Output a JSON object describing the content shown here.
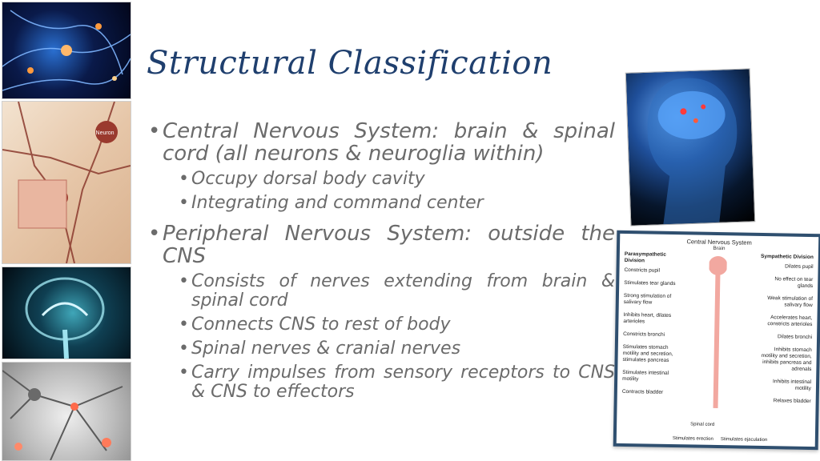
{
  "slide": {
    "title": "Structural Classification",
    "bullets": [
      {
        "text": "Central Nervous System: brain & spinal cord (all neurons & neuroglia within)",
        "subs": [
          "Occupy dorsal body cavity",
          "Integrating and command center"
        ]
      },
      {
        "text": "Peripheral Nervous System: outside the CNS",
        "subs": [
          "Consists of nerves extending from brain & spinal cord",
          "Connects CNS to rest of body",
          "Spinal nerves & cranial nerves",
          "Carry impulses from sensory receptors to CNS & CNS to effectors"
        ]
      }
    ]
  },
  "thumbs": {
    "neuron_label": "Neuron"
  },
  "diagram": {
    "title": "Central Nervous System",
    "brain_label": "Brain",
    "left_heading": "Parasympathetic Division",
    "right_heading": "Sympathetic Division",
    "left_items": [
      "Constricts pupil",
      "Stimulates tear glands",
      "Strong stimulation of salivary flow",
      "Inhibits heart, dilates arterioles",
      "Constricts bronchi",
      "Stimulates stomach motility and secretion, stimulates pancreas",
      "Stimulates intestinal motility",
      "Contracts bladder"
    ],
    "right_items": [
      "Dilates pupil",
      "No effect on tear glands",
      "Weak stimulation of salivary flow",
      "Accelerates heart, constricts arterioles",
      "Dilates bronchi",
      "Inhibits stomach motility and secretion, inhibits pancreas and adrenals",
      "Inhibits intestinal motility",
      "Relaxes bladder"
    ],
    "spinal_label": "Spinal cord",
    "bottom_left": "Stimulates erection",
    "bottom_right": "Stimulates ejaculation"
  },
  "colors": {
    "title": "#1f3f6e",
    "body_text": "#6b6b6b",
    "frame": "#2f4f6f"
  }
}
